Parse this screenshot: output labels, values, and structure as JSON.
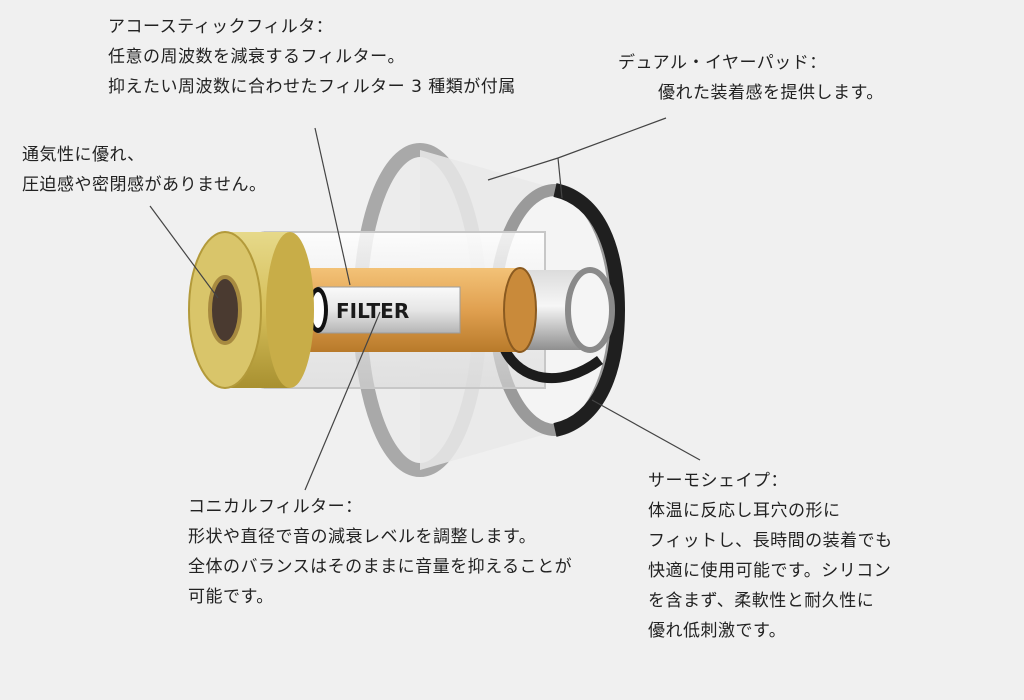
{
  "filter_label": "FILTER",
  "annotations": {
    "acoustic_filter": {
      "title": "アコースティックフィルタ：",
      "lines": [
        "任意の周波数を減衰するフィルター。",
        "抑えたい周波数に合わせたフィルター 3 種類が付属"
      ]
    },
    "dual_ear_pad": {
      "title": "デュアル・イヤーパッド：",
      "lines": [
        "優れた装着感を提供します。"
      ]
    },
    "ventilation": {
      "lines": [
        "通気性に優れ、",
        "圧迫感や密閉感がありません。"
      ]
    },
    "conical_filter": {
      "title": "コニカルフィルター：",
      "lines": [
        "形状や直径で音の減衰レベルを調整します。",
        "全体のバランスはそのままに音量を抑えることが",
        "可能です。"
      ]
    },
    "thermo_shape": {
      "title": "サーモシェイプ：",
      "lines": [
        "体温に反応し耳穴の形に",
        "フィットし、長時間の装着でも",
        "快適に使用可能です。シリコン",
        "を含まず、柔軟性と耐久性に",
        "優れ低刺激です。"
      ]
    }
  },
  "colors": {
    "background": "#f0f0f0",
    "gold_cap": "#d9c56a",
    "gold_cap_dark": "#a8922f",
    "amber_filter": "#d08a3a",
    "amber_filter_light": "#f0b765",
    "hole": "#4a3a30",
    "silver": "#bdbdbd",
    "black_foam": "#2a2a2a",
    "leader_line": "#444444"
  }
}
